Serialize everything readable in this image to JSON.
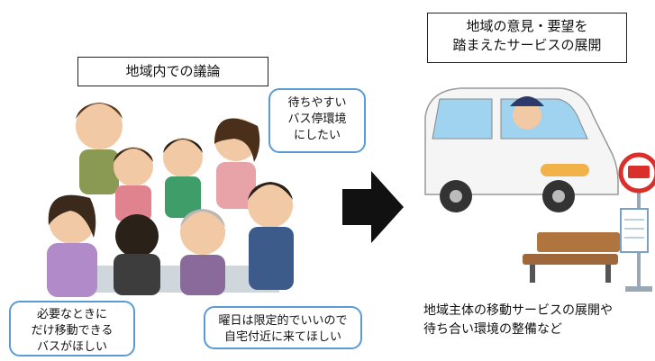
{
  "left_panel": {
    "title": "地域内での議論",
    "bubble_top": [
      "待ちやすい",
      "バス停環境",
      "にしたい"
    ],
    "bubble_bottom_left": [
      "必要なときに",
      "だけ移動できる",
      "バスがほしい"
    ],
    "bubble_bottom_right": [
      "曜日は限定的でいいので",
      "自宅付近に来てほしい"
    ]
  },
  "right_panel": {
    "title_lines": [
      "地域の意見・要望を",
      "踏まえたサービスの展開"
    ],
    "caption_lines": [
      "地域主体の移動サービスの展開や",
      "待ち合い環境の整備など"
    ]
  },
  "icons": [
    "people-meeting-illustration",
    "arrow-right-icon",
    "van-illustration",
    "bench-illustration",
    "bus-stop-sign-icon"
  ],
  "colors": {
    "bubble_border": "#5a9bd5",
    "arrow": "#111111",
    "van": "#f5f5f5",
    "bench": "#a0673a",
    "bus_sign": "#d9302b"
  }
}
